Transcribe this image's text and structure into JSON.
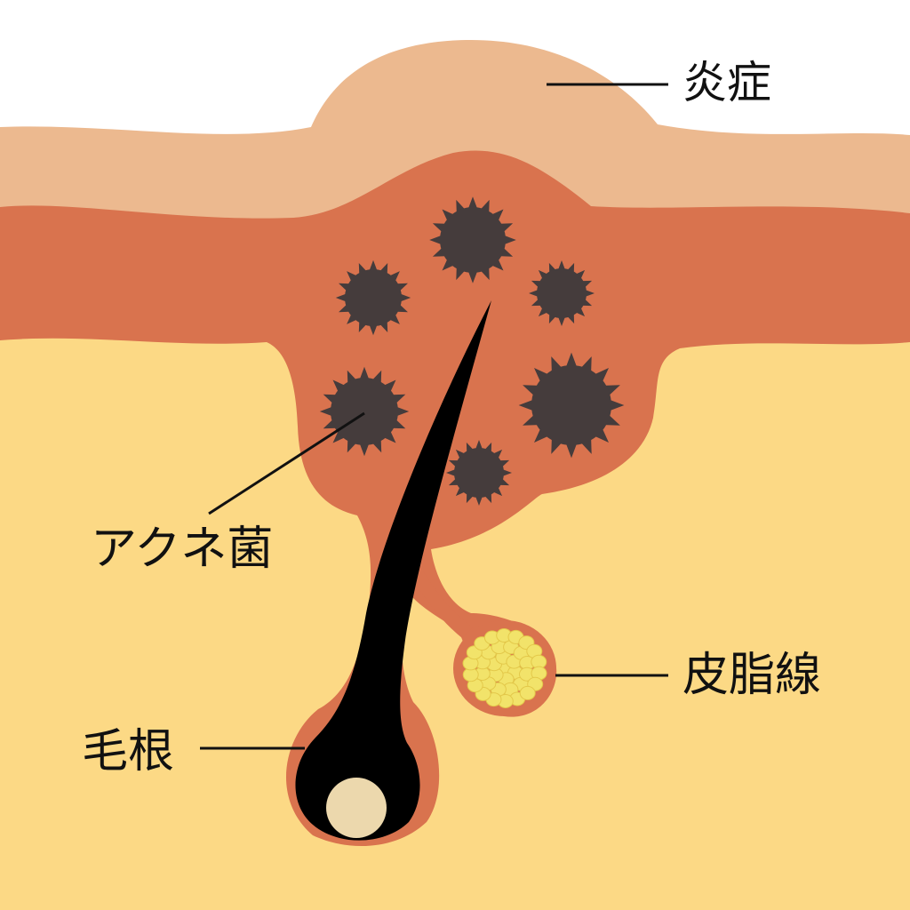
{
  "labels": {
    "inflammation": "炎症",
    "bacteria": "アクネ菌",
    "sebaceous_gland": "皮脂線",
    "hair_root": "毛根"
  },
  "colors": {
    "background": "#ffffff",
    "epidermis": "#ecb98f",
    "dermis": "#d9734e",
    "subcutis": "#fcd985",
    "hair": "#000000",
    "hair_bulb": "#ecd8ad",
    "bacteria": "#453c3c",
    "sebum": "#f2e36a",
    "leader_line": "#111111"
  },
  "icons": {
    "bacteria": "spiky-bacterium-icon",
    "sebum": "sebum-droplet-icon",
    "hair": "hair-shaft-icon"
  }
}
